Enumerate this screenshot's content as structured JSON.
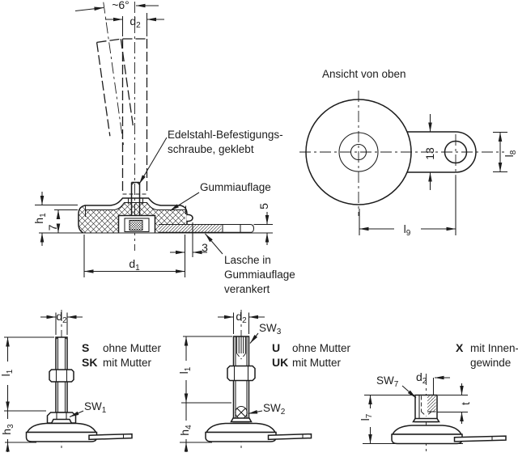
{
  "colors": {
    "ink": "#1c1c1c",
    "background": "#ffffff"
  },
  "main_view": {
    "angle": "~6°",
    "d2": {
      "base": "d",
      "sub": "2"
    },
    "h1": {
      "base": "h",
      "sub": "1"
    },
    "seven": "7",
    "five": "5",
    "three": "3",
    "d1": {
      "base": "d",
      "sub": "1"
    },
    "screw_note_line1": "Edelstahl-Befestigungs-",
    "screw_note_line2": "schraube, geklebt",
    "rubber_label": "Gummiauflage",
    "tab_note_line1": "Lasche in",
    "tab_note_line2": "Gummiauflage",
    "tab_note_line3": "verankert"
  },
  "top_view": {
    "title": "Ansicht von oben",
    "dim13": "13",
    "l8": {
      "base": "l",
      "sub": "8"
    },
    "l9": {
      "base": "l",
      "sub": "9"
    }
  },
  "variant_s": {
    "d2": {
      "base": "d",
      "sub": "2"
    },
    "l1": {
      "base": "l",
      "sub": "1"
    },
    "h3": {
      "base": "h",
      "sub": "3"
    },
    "sw1": {
      "base": "SW",
      "sub": "1"
    },
    "legend": [
      {
        "code": "S",
        "desc": "ohne Mutter"
      },
      {
        "code": "SK",
        "desc": "mit Mutter"
      }
    ]
  },
  "variant_u": {
    "d2": {
      "base": "d",
      "sub": "2"
    },
    "sw3": {
      "base": "SW",
      "sub": "3"
    },
    "sw2": {
      "base": "SW",
      "sub": "2"
    },
    "l1": {
      "base": "l",
      "sub": "1"
    },
    "h4": {
      "base": "h",
      "sub": "4"
    },
    "legend": [
      {
        "code": "U",
        "desc": "ohne Mutter"
      },
      {
        "code": "UK",
        "desc": "mit Mutter"
      }
    ]
  },
  "variant_x": {
    "code": "X",
    "desc_line1": "mit Innen-",
    "desc_line2": "gewinde",
    "sw7": {
      "base": "SW",
      "sub": "7"
    },
    "d2": {
      "base": "d",
      "sub": "2"
    },
    "t": "t",
    "l7": {
      "base": "l",
      "sub": "7"
    }
  }
}
